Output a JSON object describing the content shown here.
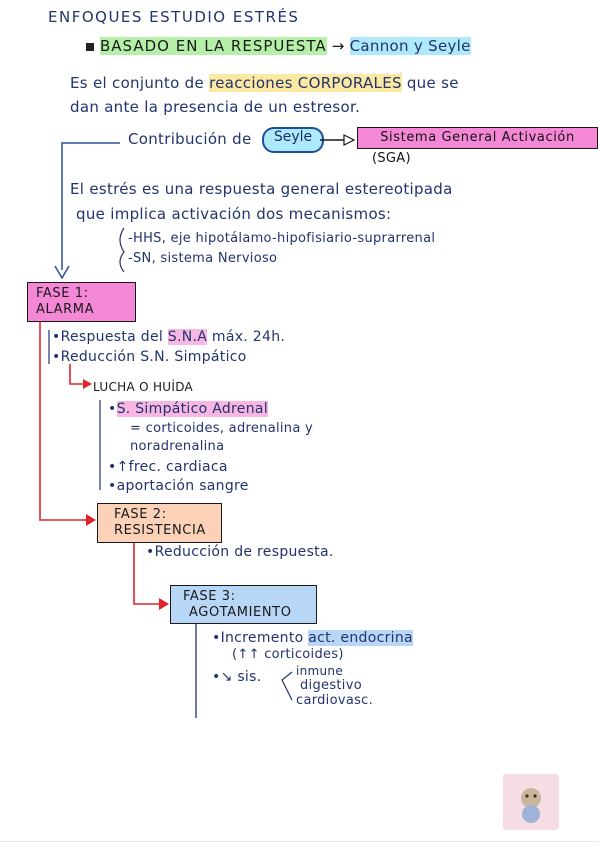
{
  "title": "ENFOQUES ESTUDIO ESTRÉS",
  "section": {
    "heading": "BASADO EN LA RESPUESTA",
    "authors": "Cannon y Seyle"
  },
  "intro": {
    "line1_a": "Es el conjunto de ",
    "line1_hl": "reacciones CORPORALES",
    "line1_b": " que se",
    "line2": "dan ante la presencia de un estresor."
  },
  "contribution": {
    "prefix": "Contribución de",
    "name": "Seyle",
    "system": "Sistema General Activación",
    "acronym": "(SGA)"
  },
  "definition": {
    "line1": "El estrés es una respuesta general estereotipada",
    "line2": "que implica activación dos mecanismos:",
    "item1": "-HHS, eje hipotálamo-hipofisiario-suprarrenal",
    "item2": "-SN, sistema Nervioso"
  },
  "phase1": {
    "label_line1": "FASE 1:",
    "label_line2": "ALARMA",
    "bullet1_a": "Respuesta del ",
    "bullet1_hl": "S.N.A",
    "bullet1_b": " máx. 24h.",
    "bullet2": "Reducción S.N. Simpático",
    "fight": "LUCHA O HUÍDA",
    "fight_item1": "S. Simpático Adrenal",
    "fight_item1b": "= corticoides, adrenalina y",
    "fight_item1c": "noradrenalina",
    "fight_item2": "↑frec. cardiaca",
    "fight_item3": "aportación sangre"
  },
  "phase2": {
    "label_line1": "FASE 2:",
    "label_line2": "RESISTENCIA",
    "bullet": "Reducción de respuesta."
  },
  "phase3": {
    "label_line1": "FASE 3:",
    "label_line2": "AGOTAMIENTO",
    "bullet1_a": "Incremento ",
    "bullet1_hl": "act. endocrina",
    "bullet1_b": "(↑↑ corticoides)",
    "bullet2": "↘ sis.",
    "sys1": "inmune",
    "sys2": "digestivo",
    "sys3": "cardiovasc."
  },
  "colors": {
    "ink": "#23336e",
    "arrow_red": "#e0262b",
    "arrow_blue": "#2a4f9e"
  }
}
